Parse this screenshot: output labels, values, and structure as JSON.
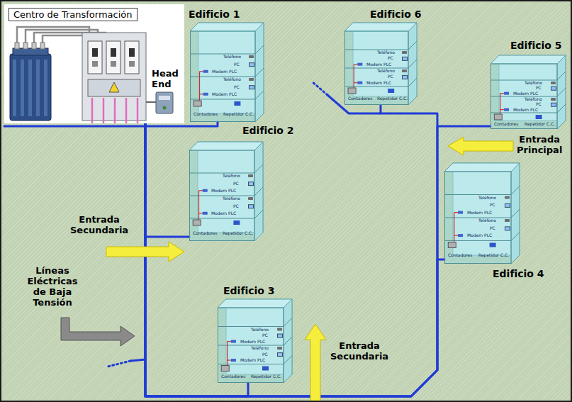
{
  "diagram": {
    "nodes": [
      {
        "text": [
          "Centro de Transformación",
          "Head End"
        ]
      },
      {
        "text": [
          "Edificio 1"
        ]
      },
      {
        "text": [
          "Edificio 2"
        ]
      },
      {
        "text": [
          "Edificio 3"
        ]
      },
      {
        "text": [
          "Edificio 4"
        ]
      },
      {
        "text": [
          "Edificio 5"
        ]
      },
      {
        "text": [
          "Edificio 6"
        ]
      }
    ],
    "edges": [
      {
        "from": 0,
        "to": 1,
        "arrow": "none"
      },
      {
        "from": 0,
        "to": 2,
        "arrow": "none"
      },
      {
        "from": 0,
        "to": 3,
        "arrow": "none"
      },
      {
        "from": 0,
        "to": 4,
        "arrow": "none"
      },
      {
        "from": 0,
        "to": 5,
        "arrow": "none"
      },
      {
        "from": 0,
        "to": 6,
        "arrow": "none"
      }
    ],
    "labels": [
      "Teléfono",
      "PC",
      "Modem PLC",
      "Teléfono",
      "PC",
      "Modem PLC",
      "Contadores",
      "Repetidor C.C.",
      "Teléfono",
      "PC",
      "Modem PLC",
      "Teléfono",
      "PC",
      "Modem PLC",
      "Contadores",
      "Repetidor C.C.",
      "Teléfono",
      "PC",
      "Modem PLC",
      "Teléfono",
      "PC",
      "Modem PLC",
      "Contadores",
      "Repetidor C.C.",
      "Teléfono",
      "PC",
      "Modem PLC",
      "Teléfono",
      "PC",
      "Modem PLC",
      "Contadores",
      "Repetidor C.C.",
      "Teléfono",
      "PC",
      "Modem PLC",
      "Teléfono",
      "PC",
      "Modem PLC",
      "Contadores",
      "Repetidor C.C.",
      "Teléfono",
      "PC",
      "Modem PLC",
      "Teléfono",
      "PC",
      "Modem PLC",
      "Contadores",
      "Repetidor C.C.",
      "Entrada Principal",
      "Entrada Secundaria",
      "Entrada Secundaria",
      "Líneas Eléctricas de Baja Tensión"
    ]
  }
}
